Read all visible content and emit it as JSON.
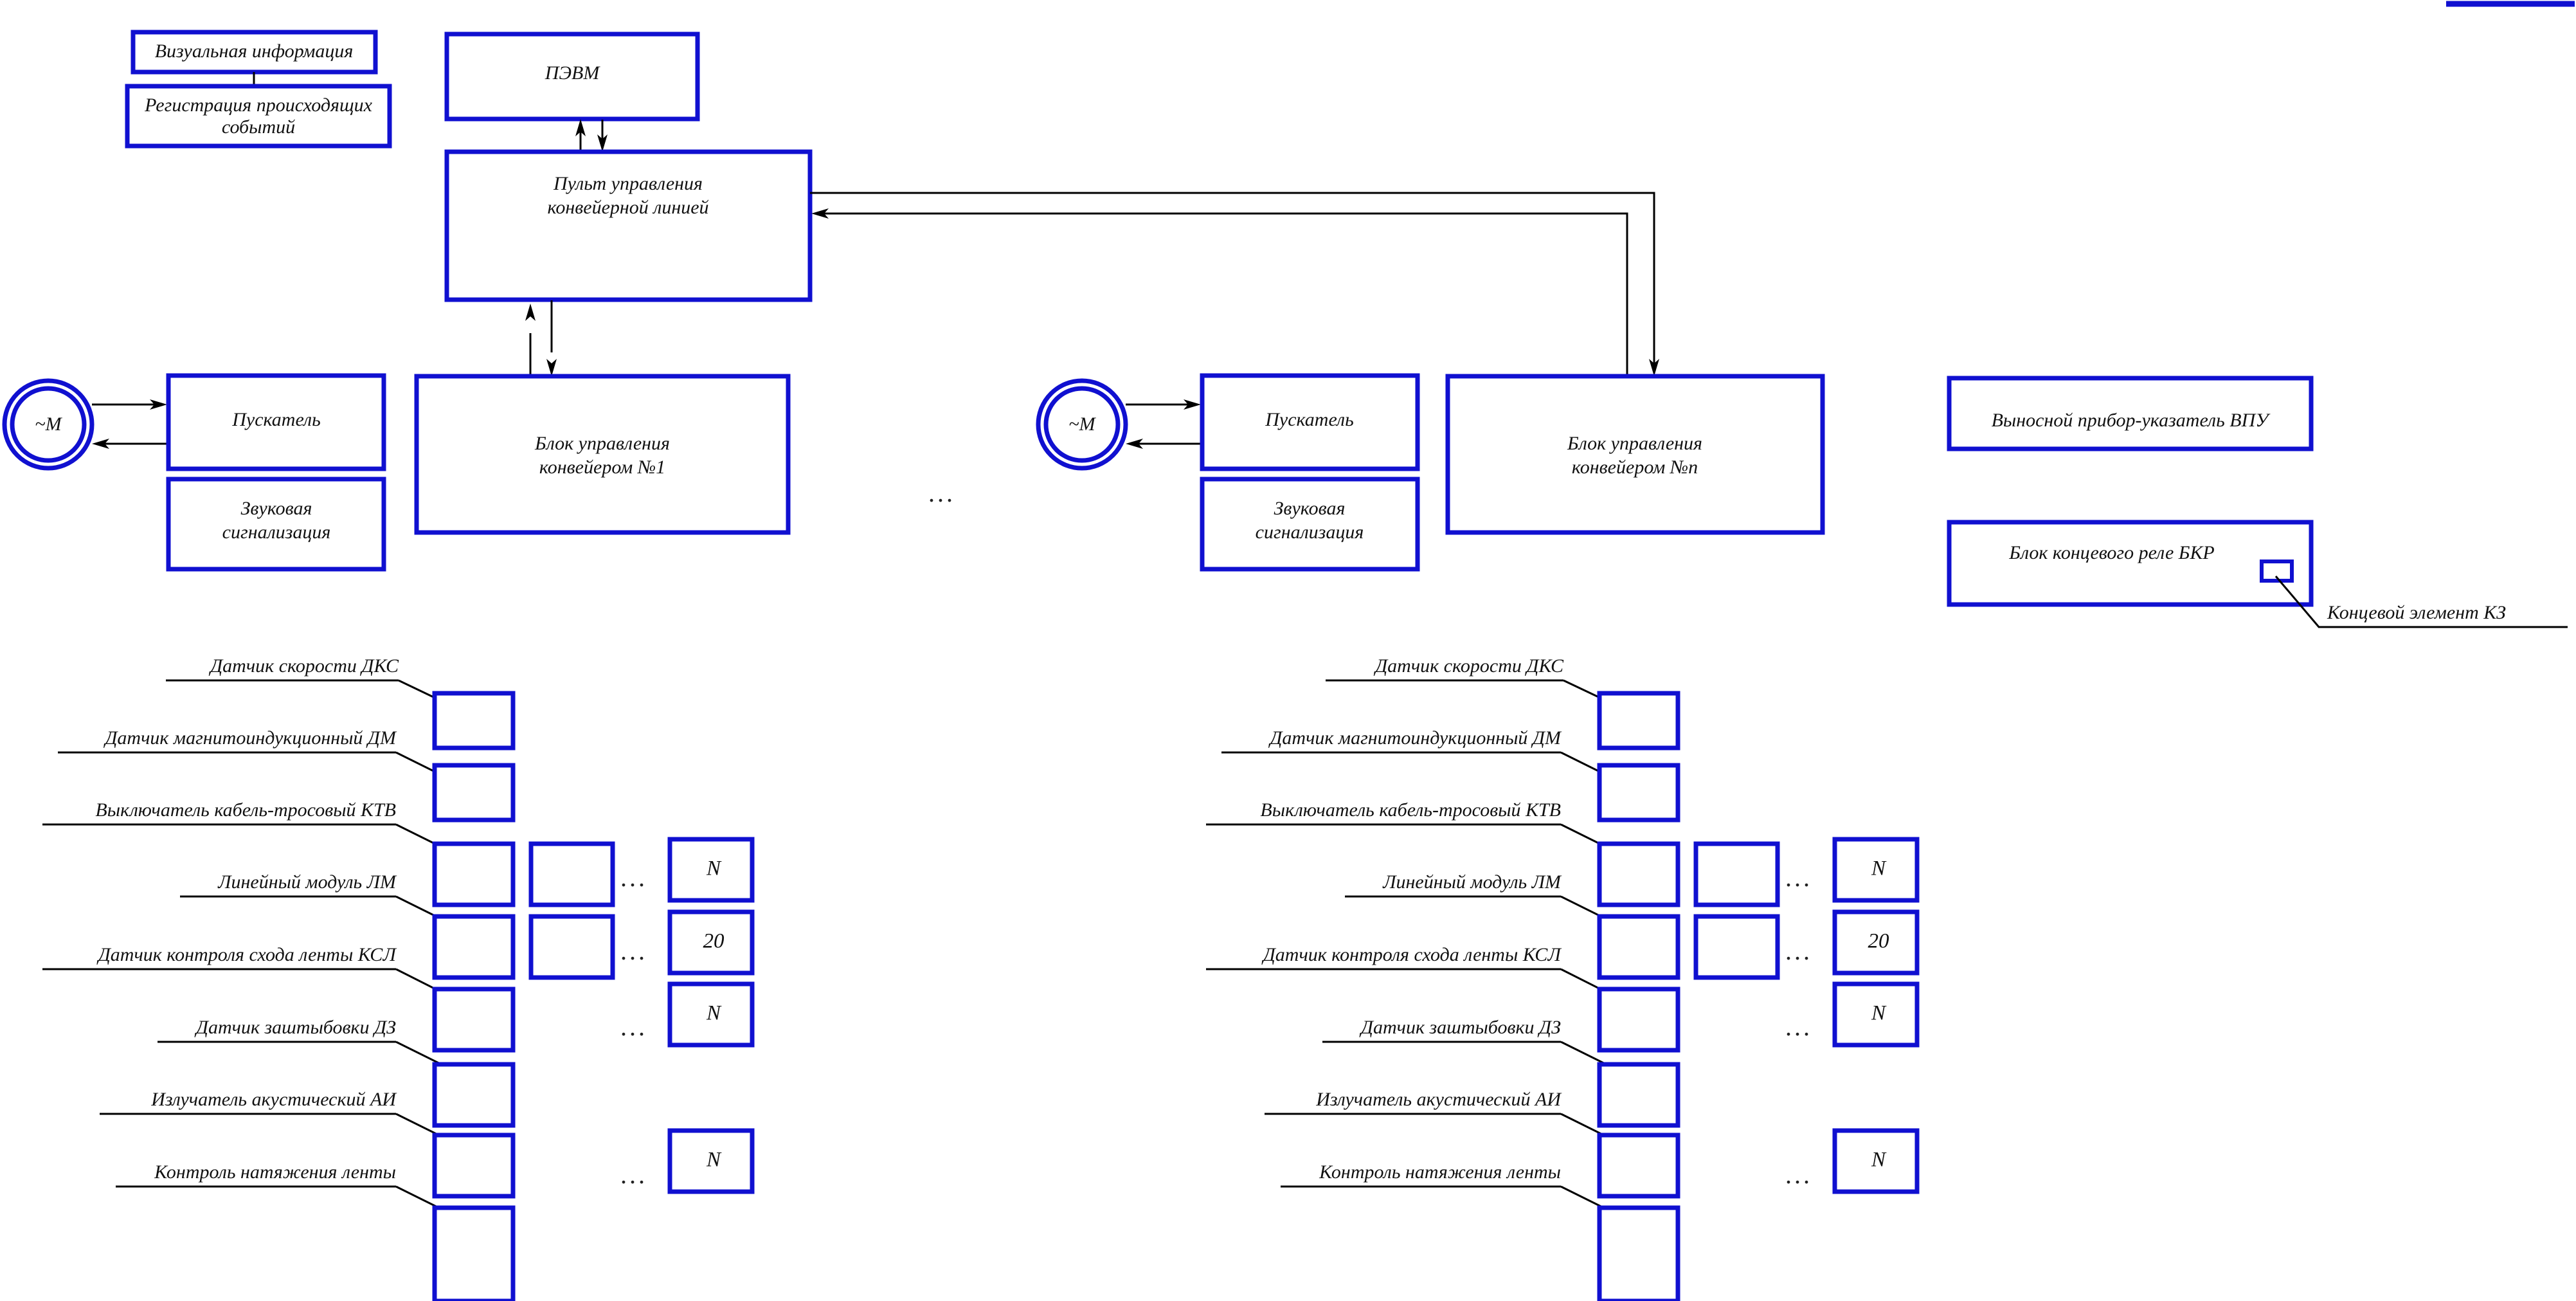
{
  "theme": {
    "box_stroke": "#1010d0",
    "wire_stroke": "#000000",
    "background": "#ffffff",
    "text_color": "#111111"
  },
  "top_section": {
    "visual_info": "Визуальная информация",
    "event_registration_line1": "Регистрация происходящих",
    "event_registration_line2": "событий",
    "pc": "ПЭВМ",
    "console_line1": "Пульт управления",
    "console_line2": "конвейерной линией"
  },
  "drive_left": {
    "motor": "~M",
    "starter": "Пускатель",
    "sound_alarm_line1": "Звуковая",
    "sound_alarm_line2": "сигнализация",
    "control_block_line1": "Блок управления",
    "control_block_line2": "конвейером №1"
  },
  "drive_right": {
    "motor": "~M",
    "starter": "Пускатель",
    "sound_alarm_line1": "Звуковая",
    "sound_alarm_line2": "сигнализация",
    "control_block_line1": "Блок управления",
    "control_block_line2": "конвейером №n"
  },
  "separator": {
    "ellipsis": "..."
  },
  "right_column": {
    "remote_indicator": "Выносной прибор-указатель ВПУ",
    "end_relay_block": "Блок концевого реле БКР",
    "end_element_callout": "Концевой элемент КЗ"
  },
  "sensor_group_left": {
    "labels": [
      "Датчик скорости ДКС",
      "Датчик магнитоиндукционный ДМ",
      "Выключатель кабель-тросовый КТВ",
      "Линейный модуль ЛМ",
      "Датчик контроля схода ленты КСЛ",
      "Датчик заштыбовки ДЗ",
      "Излучатель акустический АИ",
      "Контроль натяжения ленты"
    ],
    "count_boxes": [
      "N",
      "20",
      "N",
      "N"
    ],
    "ellipsis": "..."
  },
  "sensor_group_right": {
    "labels": [
      "Датчик скорости ДКС",
      "Датчик магнитоиндукционный ДМ",
      "Выключатель кабель-тросовый КТВ",
      "Линейный модуль ЛМ",
      "Датчик контроля схода ленты КСЛ",
      "Датчик заштыбовки ДЗ",
      "Излучатель акустический АИ",
      "Контроль натяжения ленты"
    ],
    "count_boxes": [
      "N",
      "20",
      "N",
      "N"
    ],
    "ellipsis": "..."
  }
}
